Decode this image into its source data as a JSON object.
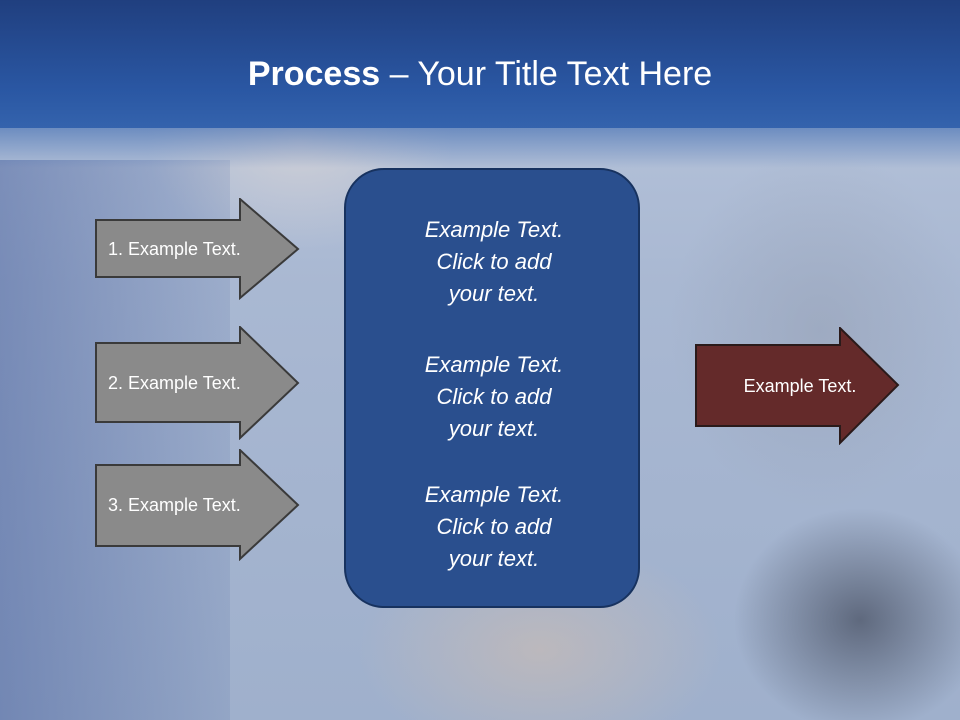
{
  "slide": {
    "title_bold": "Process",
    "title_rest": " – Your Title Text Here"
  },
  "left_arrows": [
    {
      "label": "1. Example Text."
    },
    {
      "label": "2. Example Text."
    },
    {
      "label": "3. Example Text."
    }
  ],
  "center_box": {
    "items": [
      {
        "line1": "Example Text.",
        "line2": "Click  to add",
        "line3": "your text."
      },
      {
        "line1": "Example Text.",
        "line2": "Click  to add",
        "line3": "your text."
      },
      {
        "line1": "Example Text.",
        "line2": "Click  to add",
        "line3": "your text."
      }
    ]
  },
  "right_arrow": {
    "label": "Example Text."
  },
  "colors": {
    "banner": "#2a57a3",
    "left_arrow_fill": "#8a8a8a",
    "center_box_fill": "#2a4f8e",
    "right_arrow_fill": "#642a2a"
  }
}
